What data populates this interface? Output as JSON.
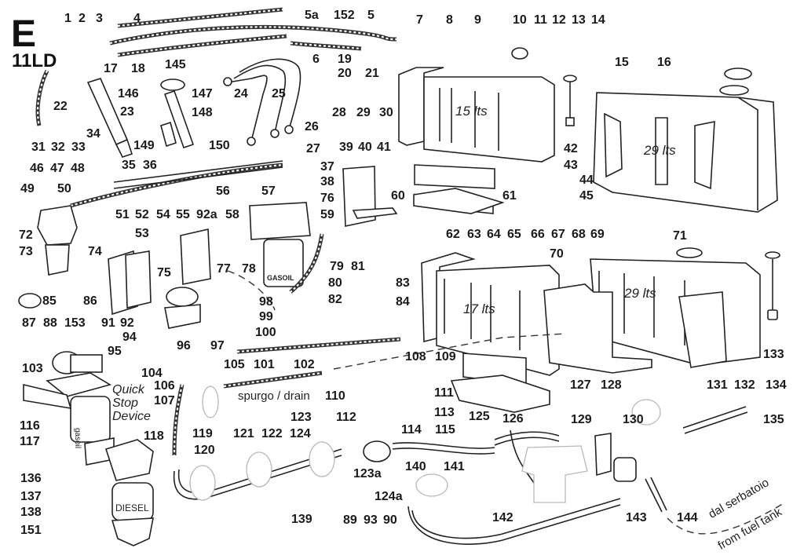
{
  "diagram": {
    "section_letter": "E",
    "engine_model": "11LD",
    "tank_capacities": [
      "15 lts",
      "29 lts",
      "17 lts",
      "29 lts"
    ],
    "annotations": {
      "drain": "spurgo / drain",
      "from_tank_it": "dal serbatoio",
      "from_tank_en": "from fuel tank",
      "quick_stop": [
        "Quick",
        "Stop",
        "Device"
      ],
      "filter_label_gasoil": "GASOIL",
      "filter_label_gasoil_small": "gasoil",
      "filter_label_diesel": "DIESEL"
    },
    "callouts": {
      "c1": "1",
      "c2": "2",
      "c3": "3",
      "c4": "4",
      "c5a": "5a",
      "c152": "152",
      "c5": "5",
      "c7": "7",
      "c8": "8",
      "c9": "9",
      "c10": "10",
      "c11": "11",
      "c12": "12",
      "c13": "13",
      "c14": "14",
      "c15": "15",
      "c16": "16",
      "c17": "17",
      "c18": "18",
      "c145": "145",
      "c6": "6",
      "c19": "19",
      "c20": "20",
      "c21": "21",
      "c22": "22",
      "c146": "146",
      "c147": "147",
      "c24": "24",
      "c25": "25",
      "c23": "23",
      "c148": "148",
      "c26": "26",
      "c28": "28",
      "c29": "29",
      "c30": "30",
      "c31": "31",
      "c32": "32",
      "c33": "33",
      "c34": "34",
      "c149": "149",
      "c150": "150",
      "c27": "27",
      "c35": "35",
      "c36": "36",
      "c37": "37",
      "c38": "38",
      "c39": "39",
      "c40": "40",
      "c41": "41",
      "c42": "42",
      "c43": "43",
      "c44": "44",
      "c45": "45",
      "c46": "46",
      "c47": "47",
      "c48": "48",
      "c49": "49",
      "c50": "50",
      "c56": "56",
      "c57": "57",
      "c76": "76",
      "c58": "58",
      "c59": "59",
      "c60": "60",
      "c61": "61",
      "c51": "51",
      "c52": "52",
      "c54": "54",
      "c55": "55",
      "c92a": "92a",
      "c62": "62",
      "c63": "63",
      "c64": "64",
      "c65": "65",
      "c66": "66",
      "c67": "67",
      "c68": "68",
      "c69": "69",
      "c72": "72",
      "c53": "53",
      "c73": "73",
      "c74": "74",
      "c78": "78",
      "c79": "79",
      "c81": "81",
      "c70": "70",
      "c71": "71",
      "c75": "75",
      "c77": "77",
      "c80": "80",
      "c83": "83",
      "c85": "85",
      "c86": "86",
      "c98": "98",
      "c82": "82",
      "c84": "84",
      "c87": "87",
      "c88": "88",
      "c153": "153",
      "c91": "91",
      "c92": "92",
      "c99": "99",
      "c94": "94",
      "c100": "100",
      "c133": "133",
      "c95": "95",
      "c96": "96",
      "c97": "97",
      "c103": "103",
      "c104": "104",
      "c105": "105",
      "c101": "101",
      "c102": "102",
      "c108": "108",
      "c109": "109",
      "c127": "127",
      "c128": "128",
      "c131": "131",
      "c132": "132",
      "c134": "134",
      "c106": "106",
      "c107": "107",
      "c130": "130",
      "c111": "111",
      "c110": "110",
      "c116": "116",
      "c113": "113",
      "c125": "125",
      "c117": "117",
      "c115": "115",
      "c118": "118",
      "c123": "123",
      "c112": "112",
      "c114": "114",
      "c126": "126",
      "c129": "129",
      "c135": "135",
      "c119": "119",
      "c121": "121",
      "c122": "122",
      "c124": "124",
      "c120": "120",
      "c136": "136",
      "c140": "140",
      "c141": "141",
      "c137": "137",
      "c123a": "123a",
      "c124a": "124a",
      "c138": "138",
      "c139": "139",
      "c89": "89",
      "c93": "93",
      "c90": "90",
      "c142": "142",
      "c143": "143",
      "c144": "144",
      "c151": "151"
    }
  }
}
